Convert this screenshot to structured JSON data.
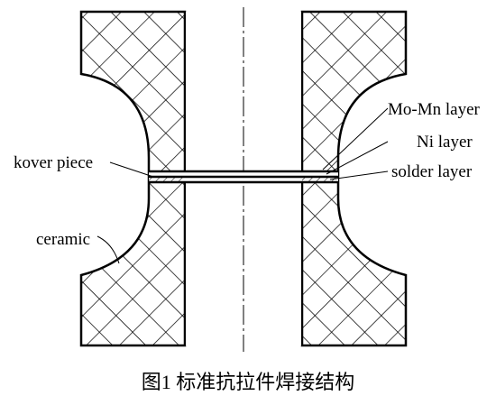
{
  "labels": {
    "mo_mn": "Mo-Mn layer",
    "ni": "Ni layer",
    "solder": "solder layer",
    "kover": "kover piece",
    "ceramic": "ceramic"
  },
  "caption": "图1   标准抗拉件焊接结构",
  "colors": {
    "line": "#000000",
    "background": "#ffffff"
  }
}
